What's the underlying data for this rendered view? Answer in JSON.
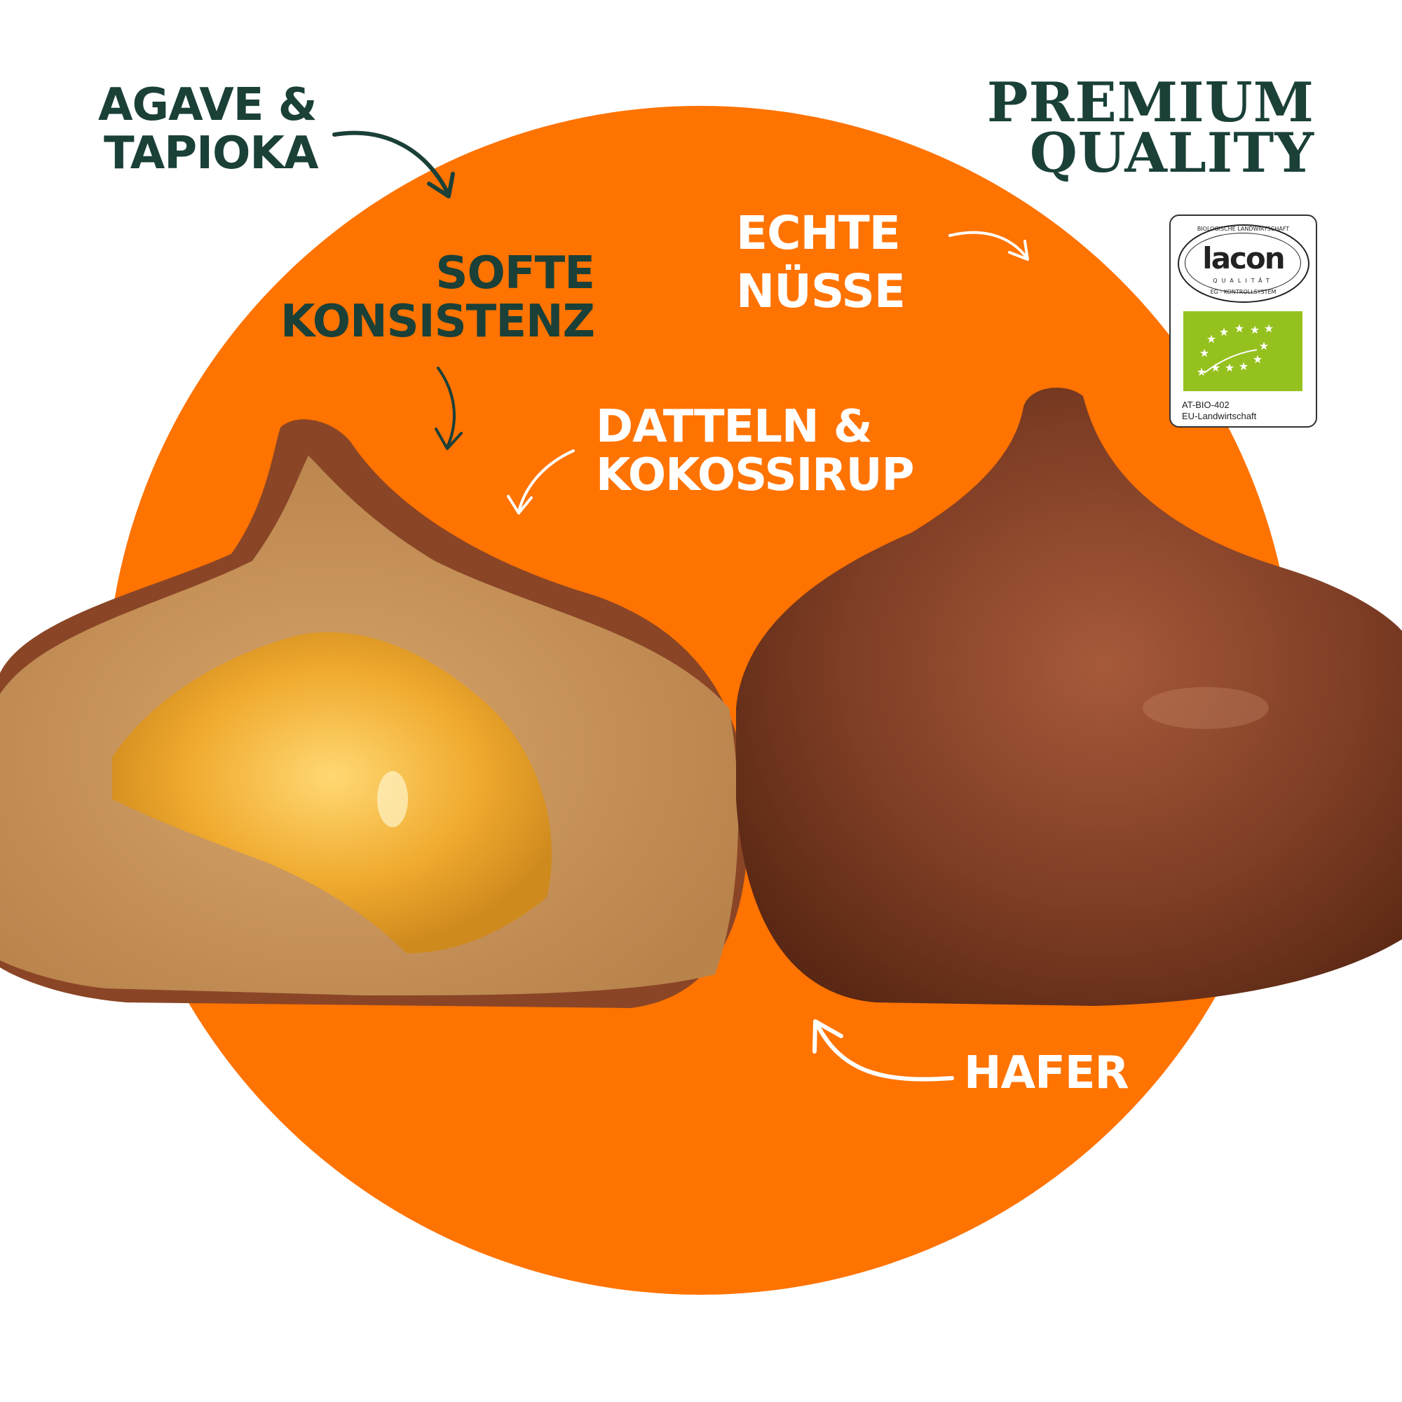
{
  "colors": {
    "background": "#ffffff",
    "circle": "#ff7300",
    "dark_text": "#1a4038",
    "white_text": "#ffffff",
    "eu_leaf": "#95c11f"
  },
  "labels": {
    "agave": [
      "AGAVE &",
      "TAPIOKA"
    ],
    "softe": [
      "SOFTE",
      "KONSISTENZ"
    ],
    "echte": [
      "ECHTE",
      "NÜSSE"
    ],
    "datteln": [
      "DATTELN &",
      "KOKOSSIRUP"
    ],
    "hafer": "HAFER"
  },
  "premium": [
    "PREMIUM",
    "QUALITY"
  ],
  "certification": {
    "ring_top": "BIOLOGISCHE LANDWIRTSCHAFT",
    "brand": "lacon",
    "sub": "QUALITÄT",
    "ring_bottom": "EG - KONTROLLSYSTEM",
    "code": "AT-BIO-402",
    "origin": "EU-Landwirtschaft",
    "icon": "eu-organic-leaf-icon"
  }
}
